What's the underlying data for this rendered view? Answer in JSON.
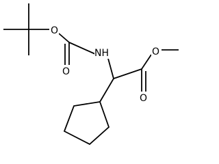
{
  "structure": {
    "atoms": {
      "o_ester_carbamate": "O",
      "o_carbonyl_carbamate": "O",
      "n_amine": "NH",
      "o_methoxy": "O",
      "o_carbonyl_ester": "O"
    }
  }
}
